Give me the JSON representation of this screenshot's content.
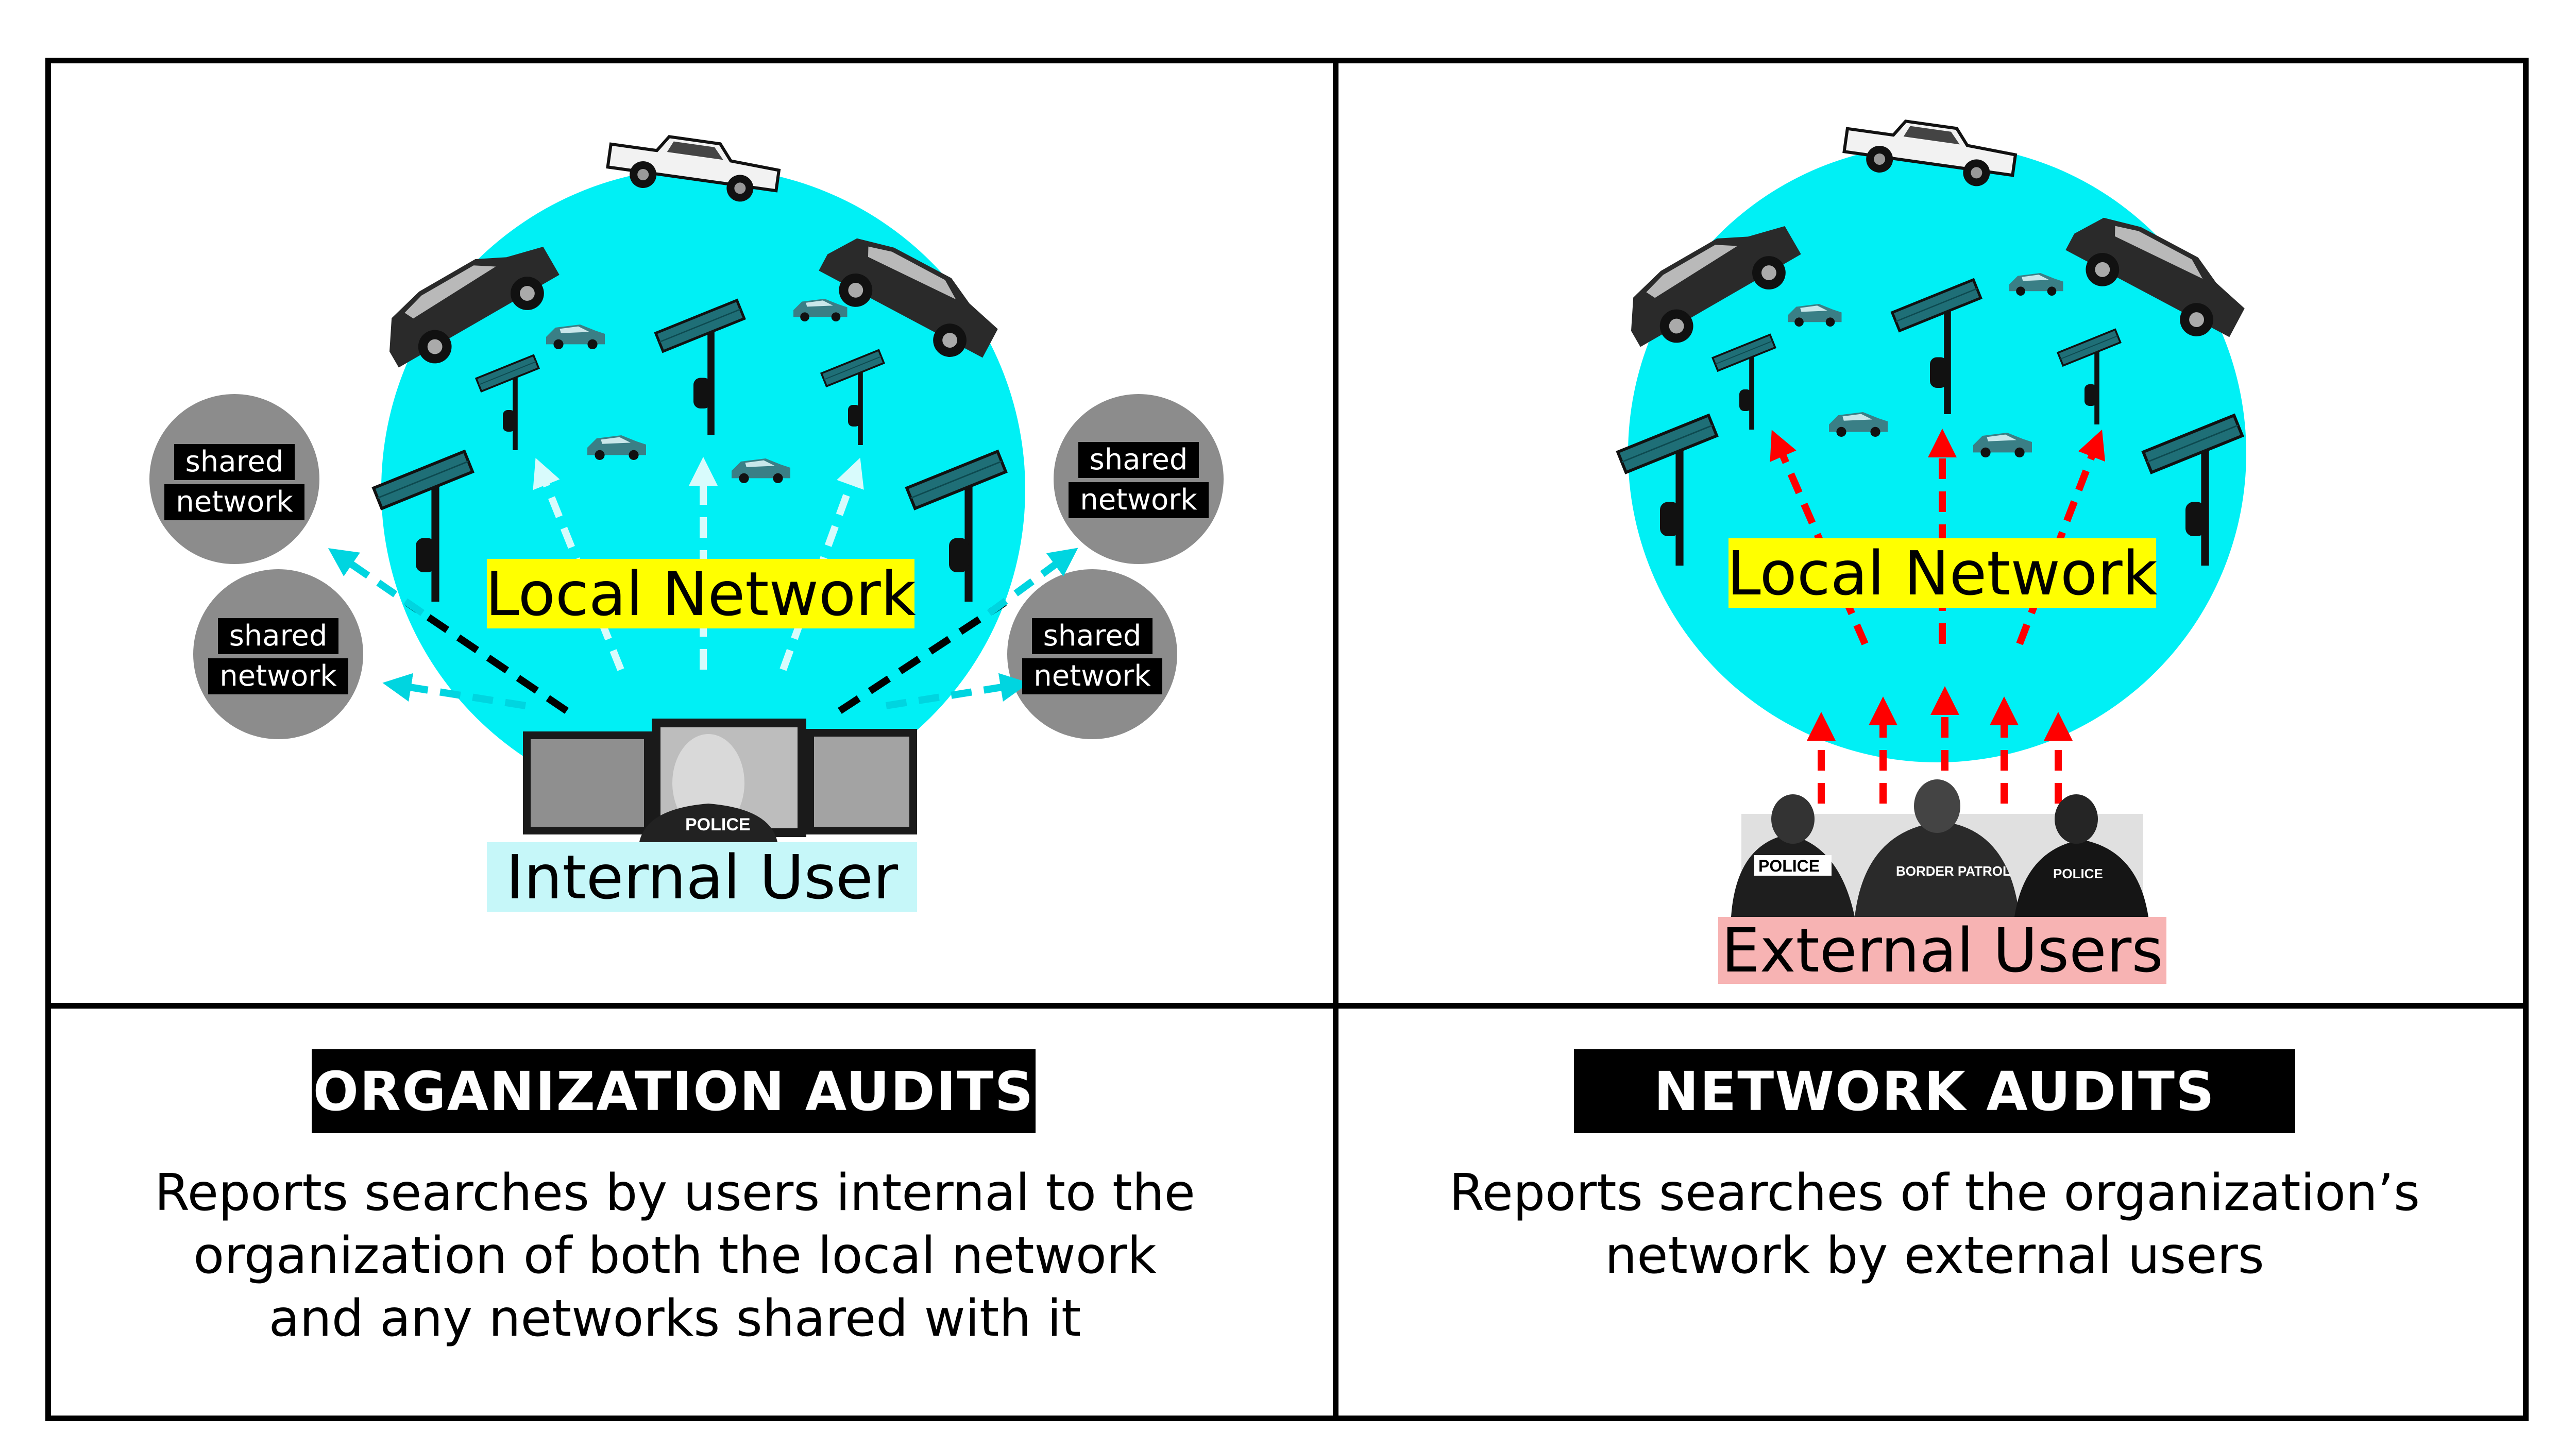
{
  "left_panel": {
    "network_label": "Local Network",
    "user_label": "Internal User",
    "shared_networks": [
      {
        "line1": "shared",
        "line2": "network"
      },
      {
        "line1": "shared",
        "line2": "network"
      },
      {
        "line1": "shared",
        "line2": "network"
      },
      {
        "line1": "shared",
        "line2": "network"
      }
    ],
    "audit_title": "ORGANIZATION AUDITS",
    "audit_desc": [
      "Reports searches by users internal to the",
      "organization of both the local network",
      "and any networks shared with it"
    ]
  },
  "right_panel": {
    "network_label": "Local Network",
    "user_label": "External Users",
    "audit_title": "NETWORK AUDITS",
    "audit_desc": [
      "Reports searches of the organization’s",
      "network by external users"
    ]
  },
  "photo_text": {
    "police": "POLICE",
    "border_patrol": "BORDER PATROL"
  },
  "colors": {
    "network_circle": "#00f0f5",
    "shared_circle": "#8c8c8c",
    "internal_arrow": "#d8fbfc",
    "shared_arrow": "#00d5e0",
    "external_arrow": "#ff0000"
  }
}
